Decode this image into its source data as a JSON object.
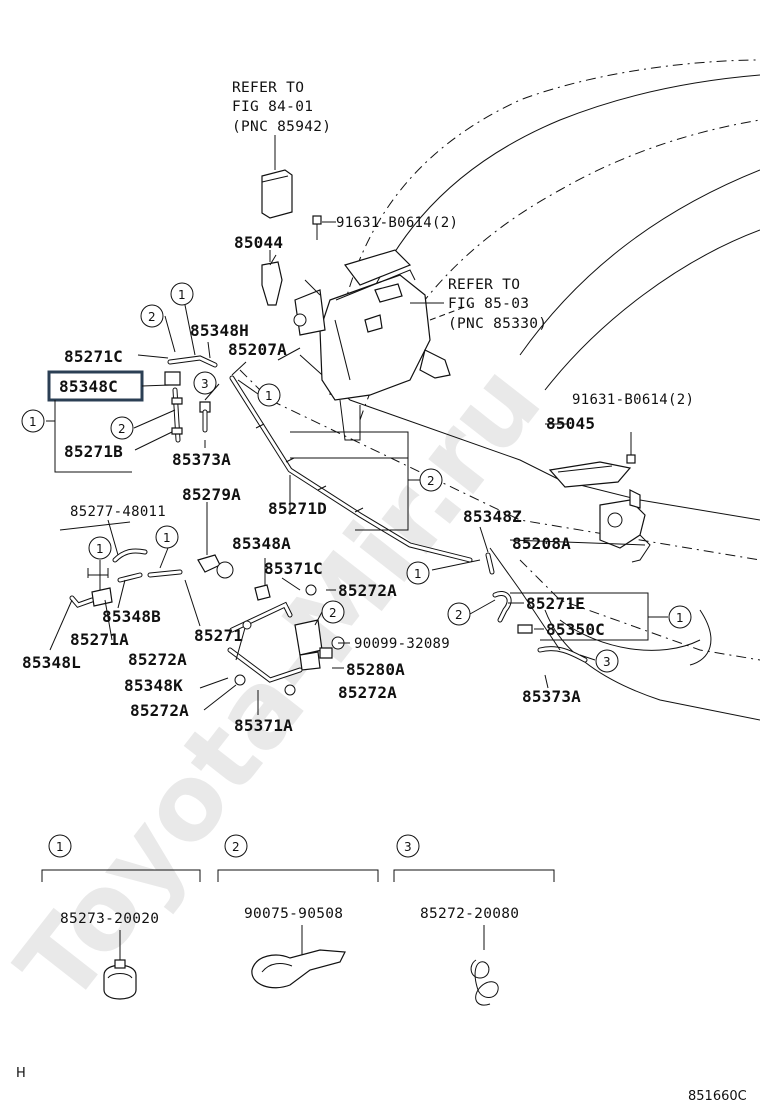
{
  "watermark": "Toyota-Mir.ru",
  "refs": {
    "top_left": [
      "REFER TO",
      "FIG 84-01",
      "(PNC 85942)"
    ],
    "top_right": [
      "REFER TO",
      "FIG 85-03",
      "(PNC 85330)"
    ]
  },
  "labels": {
    "l91631a": "91631-B0614(2)",
    "l85044": "85044",
    "l85348H": "85348H",
    "l85207A": "85207A",
    "l85271C": "85271C",
    "l85348C": "85348C",
    "l85271B": "85271B",
    "l85373A_top": "85373A",
    "l85271D": "85271D",
    "l85279A": "85279A",
    "l85277": "85277-48011",
    "l85348A": "85348A",
    "l85371C": "85371C",
    "l85272A_1": "85272A",
    "l85348B": "85348B",
    "l85271": "85271",
    "l85271A": "85271A",
    "l85348L": "85348L",
    "l85272A_2": "85272A",
    "l85348K": "85348K",
    "l85272A_3": "85272A",
    "l85371A": "85371A",
    "l90099": "90099-32089",
    "l85280A": "85280A",
    "l85272A_4": "85272A",
    "l91631b": "91631-B0614(2)",
    "l85045": "85045",
    "l85348Z": "85348Z",
    "l85208A": "85208A",
    "l85271E": "85271E",
    "l85350C": "85350C",
    "l85373A_bot": "85373A"
  },
  "callouts": [
    "1",
    "2",
    "3"
  ],
  "legend": [
    {
      "num": "1",
      "part": "85273-20020"
    },
    {
      "num": "2",
      "part": "90075-90508"
    },
    {
      "num": "3",
      "part": "85272-20080"
    }
  ],
  "highlight": "85348C",
  "footer": {
    "left": "H",
    "right": "851660C"
  }
}
